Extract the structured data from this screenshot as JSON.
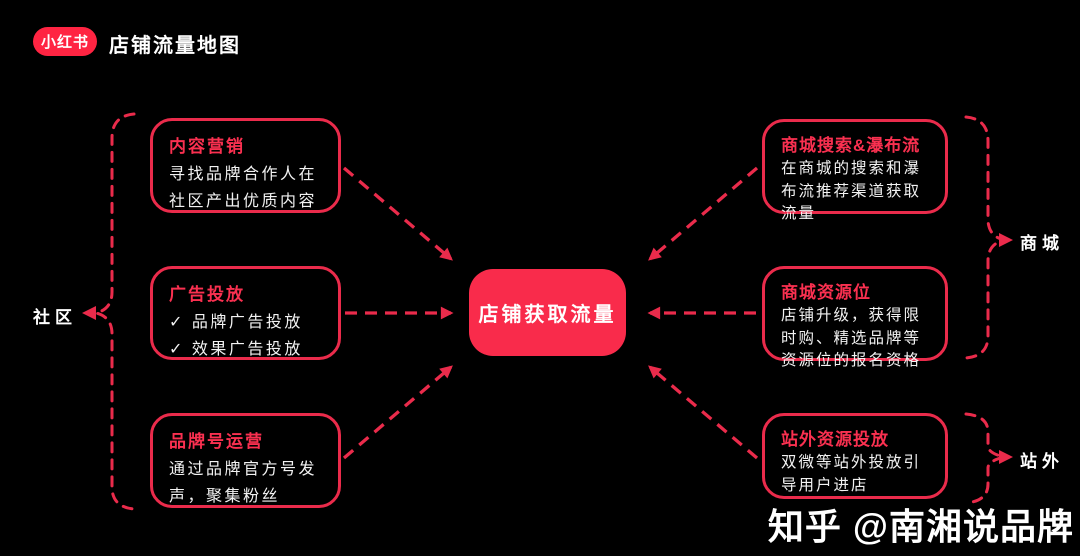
{
  "header": {
    "logo_text": "小红书",
    "title": "店铺流量地图"
  },
  "center": {
    "label": "店铺获取流量"
  },
  "nodes": [
    {
      "id": "content-marketing",
      "title": "内容营销",
      "lines": [
        "寻找品牌合作人在",
        "社区产出优质内容"
      ]
    },
    {
      "id": "ad-placement",
      "title": "广告投放",
      "lines": [
        "✓ 品牌广告投放",
        "✓ 效果广告投放"
      ]
    },
    {
      "id": "brand-account",
      "title": "品牌号运营",
      "lines": [
        "通过品牌官方号发",
        "声，聚集粉丝"
      ]
    },
    {
      "id": "mall-search",
      "title": "商城搜索&瀑布流",
      "lines": [
        "在商城的搜索和瀑",
        "布流推荐渠道获取",
        "流量"
      ]
    },
    {
      "id": "mall-resource",
      "title": "商城资源位",
      "lines": [
        "店铺升级，获得限",
        "时购、精选品牌等",
        "资源位的报名资格"
      ]
    },
    {
      "id": "offsite",
      "title": "站外资源投放",
      "lines": [
        "双微等站外投放引",
        "导用户进店"
      ]
    }
  ],
  "group_labels": {
    "community": "社区",
    "mall": "商城",
    "offsite": "站外"
  },
  "watermark": {
    "text": "知乎 @南湘说品牌"
  },
  "colors": {
    "background": "#000000",
    "brand_red": "#ff2442",
    "outline_red": "#ea2b4b",
    "center_fill": "#f92b4b",
    "body_text": "#f2f2f2"
  }
}
